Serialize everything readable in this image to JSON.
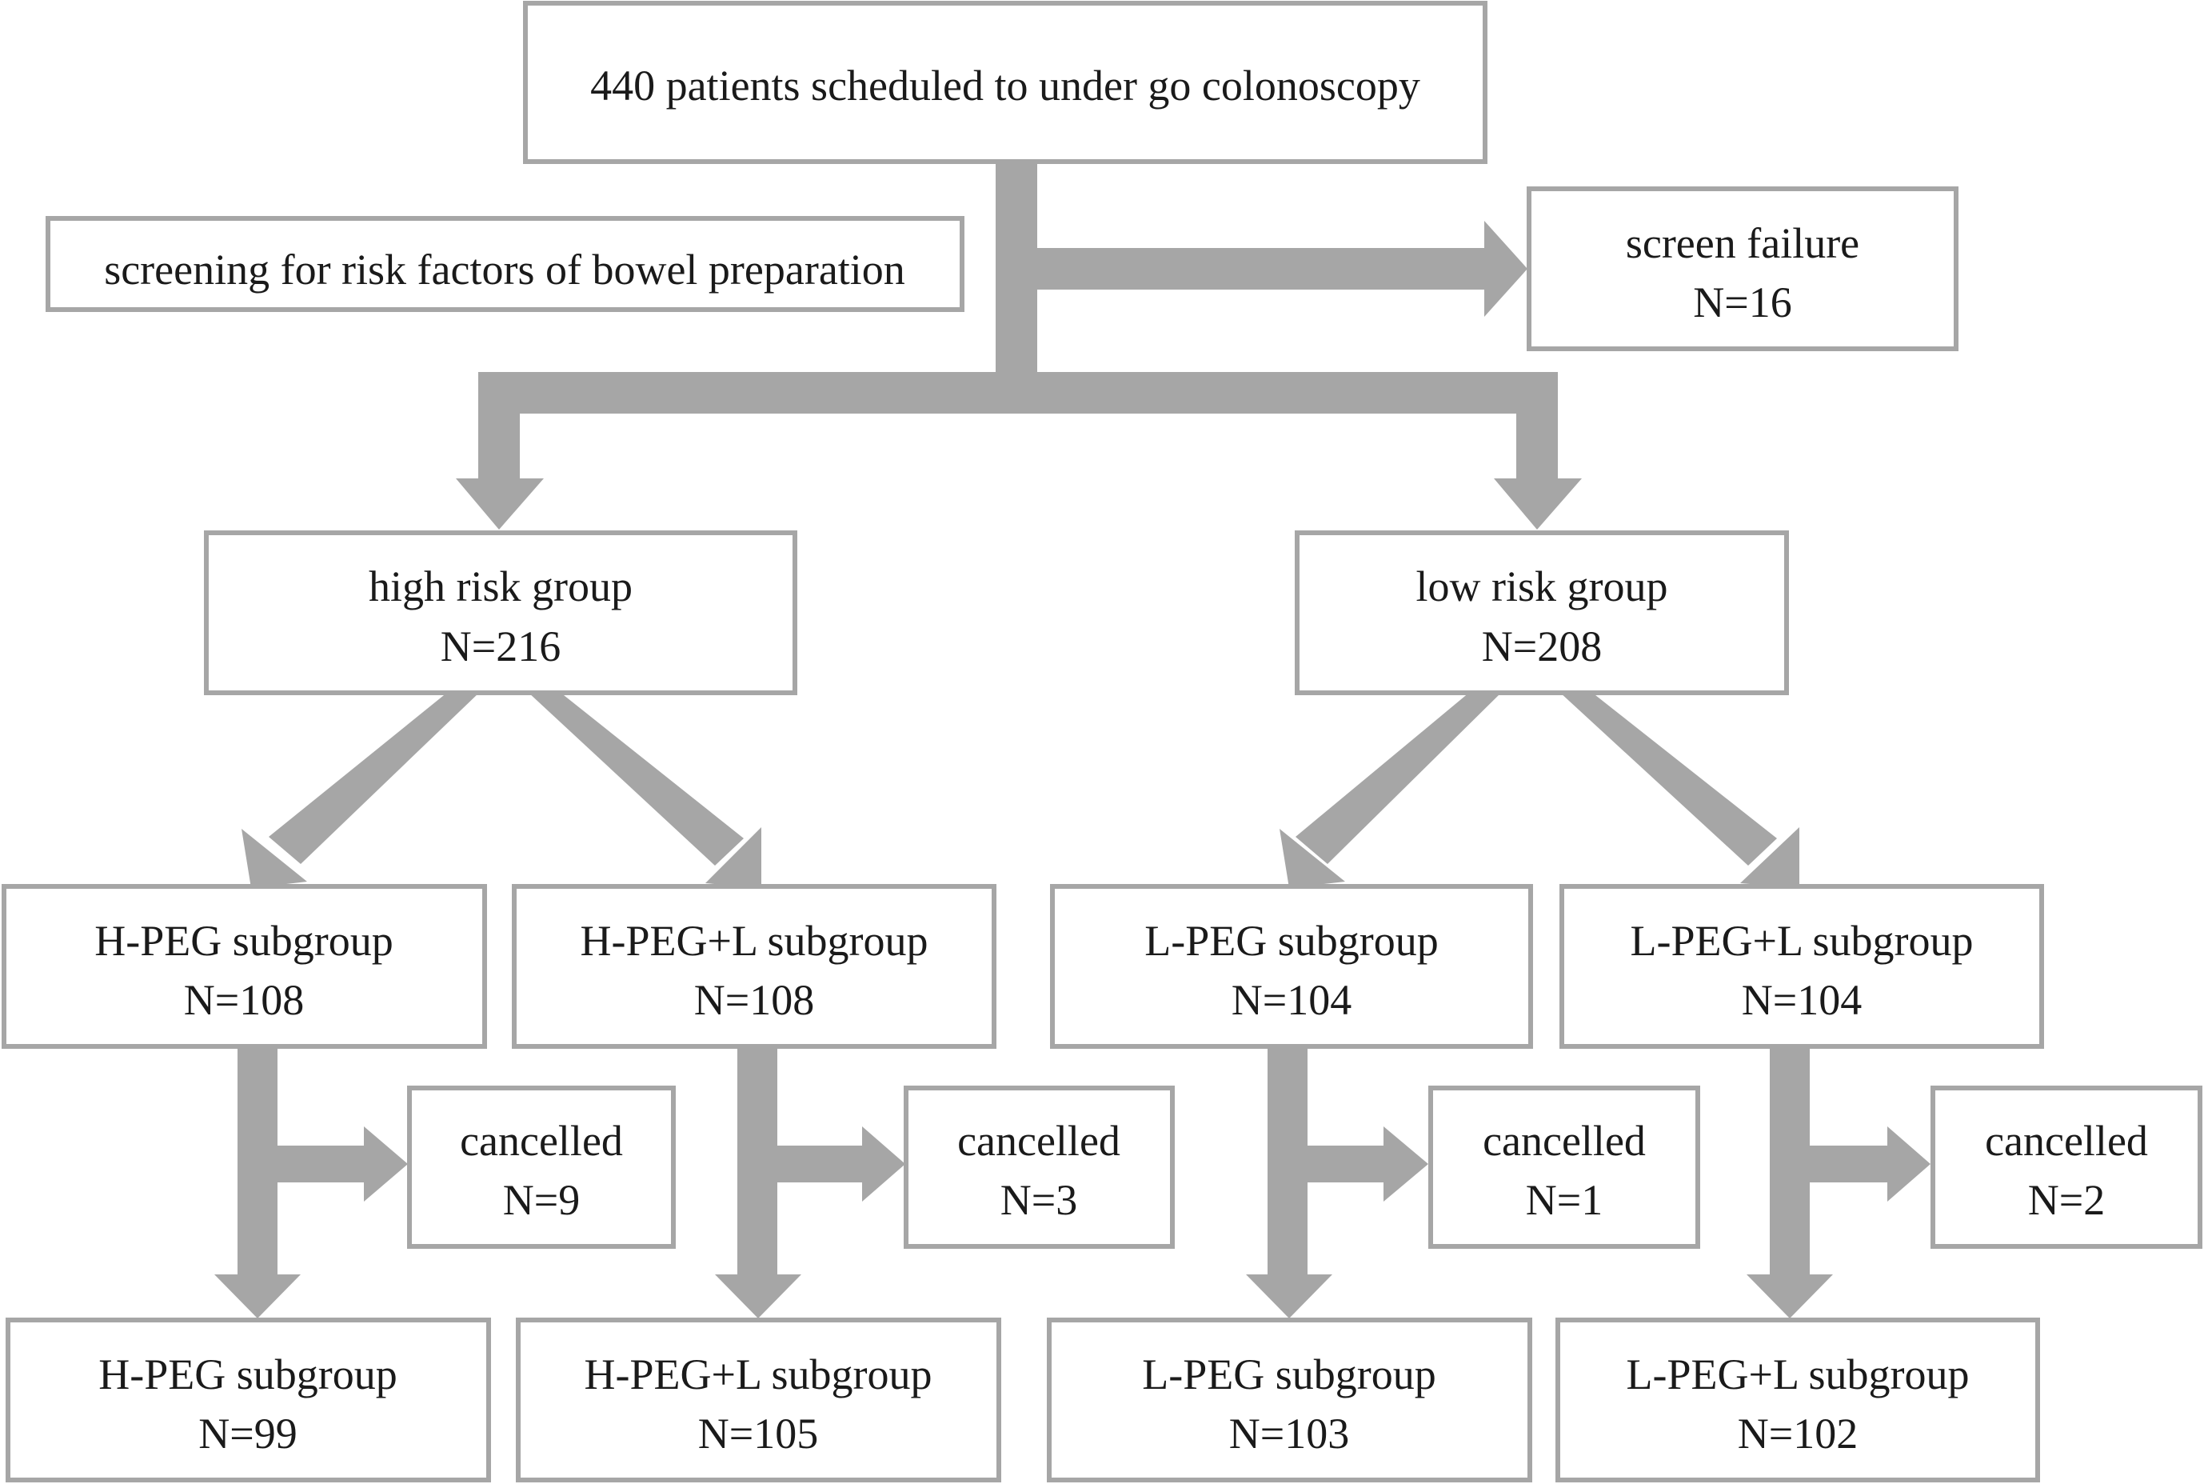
{
  "nodes": {
    "enrolled": {
      "line1": "440 patients scheduled to under go colonoscopy"
    },
    "screening": {
      "line1": "screening for risk factors of bowel preparation"
    },
    "screen_failure": {
      "line1": "screen failure",
      "line2": "N=16"
    },
    "high_risk": {
      "line1": "high risk group",
      "line2": "N=216"
    },
    "low_risk": {
      "line1": "low risk group",
      "line2": "N=208"
    },
    "h_peg": {
      "line1": "H-PEG subgroup",
      "line2": "N=108"
    },
    "h_peg_l": {
      "line1": "H-PEG+L subgroup",
      "line2": "N=108"
    },
    "l_peg": {
      "line1": "L-PEG subgroup",
      "line2": "N=104"
    },
    "l_peg_l": {
      "line1": "L-PEG+L subgroup",
      "line2": "N=104"
    },
    "h_peg_cancelled": {
      "line1": "cancelled",
      "line2": "N=9"
    },
    "h_peg_l_cancelled": {
      "line1": "cancelled",
      "line2": "N=3"
    },
    "l_peg_cancelled": {
      "line1": "cancelled",
      "line2": "N=1"
    },
    "l_peg_l_cancelled": {
      "line1": "cancelled",
      "line2": "N=2"
    },
    "h_peg_final": {
      "line1": "H-PEG subgroup",
      "line2": "N=99"
    },
    "h_peg_l_final": {
      "line1": "H-PEG+L subgroup",
      "line2": "N=105"
    },
    "l_peg_final": {
      "line1": "L-PEG subgroup",
      "line2": "N=103"
    },
    "l_peg_l_final": {
      "line1": "L-PEG+L subgroup",
      "line2": "N=102"
    }
  },
  "colors": {
    "box_border": "#a6a6a6",
    "arrow": "#a6a6a6",
    "text": "#1a1a1a"
  }
}
